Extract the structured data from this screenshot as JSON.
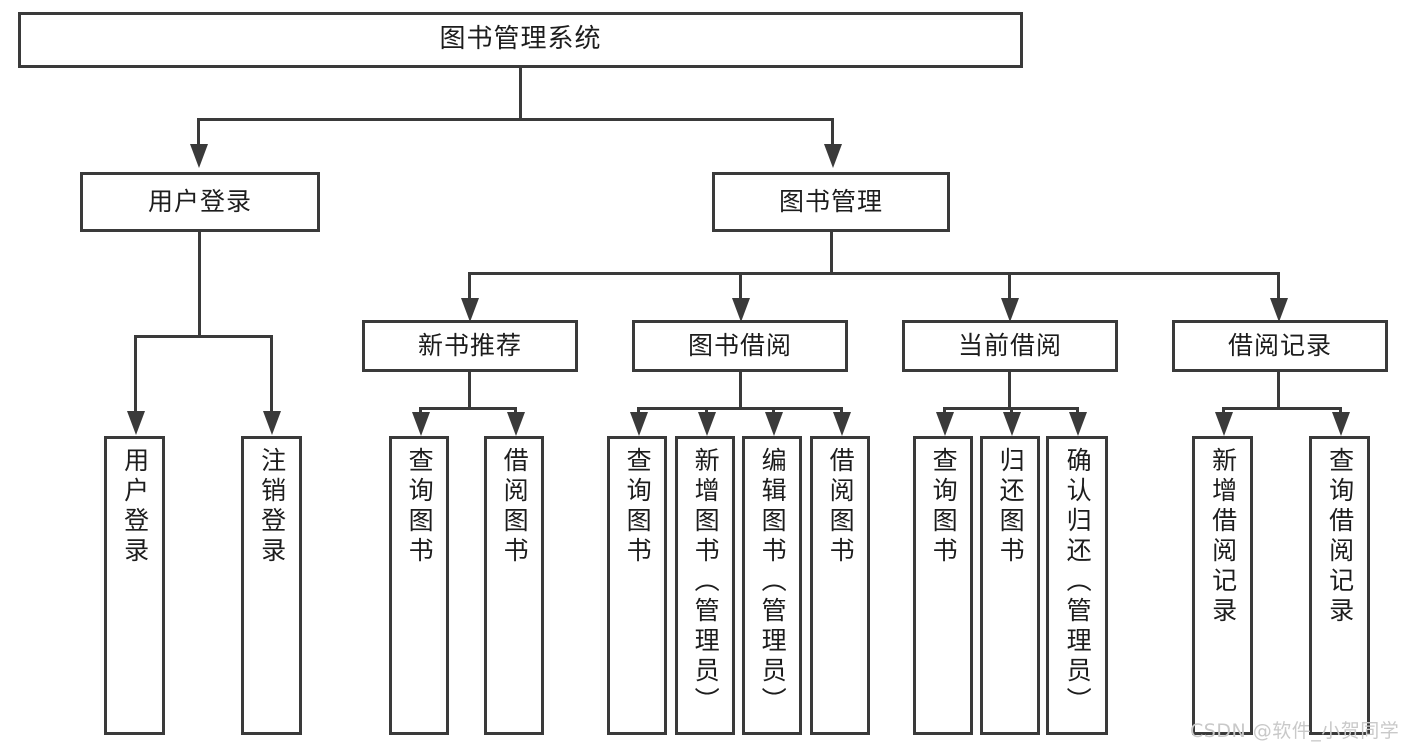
{
  "diagram": {
    "title": "图书管理系统",
    "type": "tree-hierarchy-diagram",
    "colors": {
      "box_border": "#3a3a3a",
      "box_fill": "#ffffff",
      "connector": "#3a3a3a",
      "text": "#1d1d1d",
      "watermark": "#c9c9c9",
      "background": "#ffffff"
    },
    "nodes": {
      "root": {
        "label": "图书管理系统",
        "level": 1
      },
      "level2": [
        {
          "id": "user-login",
          "label": "用户登录"
        },
        {
          "id": "book-manage",
          "label": "图书管理"
        }
      ],
      "level3": [
        {
          "id": "new-book-recommend",
          "label": "新书推荐"
        },
        {
          "id": "book-borrow",
          "label": "图书借阅"
        },
        {
          "id": "current-borrow",
          "label": "当前借阅"
        },
        {
          "id": "borrow-record",
          "label": "借阅记录"
        }
      ],
      "leaves": {
        "user_login": [
          {
            "id": "leaf-user-login",
            "label": "用户登录"
          },
          {
            "id": "leaf-logout-login",
            "label": "注销登录"
          }
        ],
        "new_book_recommend": [
          {
            "id": "leaf-query-book-1",
            "label": "查询图书"
          },
          {
            "id": "leaf-borrow-book-1",
            "label": "借阅图书"
          }
        ],
        "book_borrow": [
          {
            "id": "leaf-query-book-2",
            "label": "查询图书"
          },
          {
            "id": "leaf-add-book",
            "label": "新增图书（管理员）"
          },
          {
            "id": "leaf-edit-book",
            "label": "编辑图书（管理员）"
          },
          {
            "id": "leaf-borrow-book-2",
            "label": "借阅图书"
          }
        ],
        "current_borrow": [
          {
            "id": "leaf-query-book-3",
            "label": "查询图书"
          },
          {
            "id": "leaf-return-book",
            "label": "归还图书"
          },
          {
            "id": "leaf-confirm-return",
            "label": "确认归还（管理员）"
          }
        ],
        "borrow_record": [
          {
            "id": "leaf-add-record",
            "label": "新增借阅记录"
          },
          {
            "id": "leaf-query-record",
            "label": "查询借阅记录"
          }
        ]
      }
    },
    "watermark": "CSDN @软件_小贺同学"
  }
}
